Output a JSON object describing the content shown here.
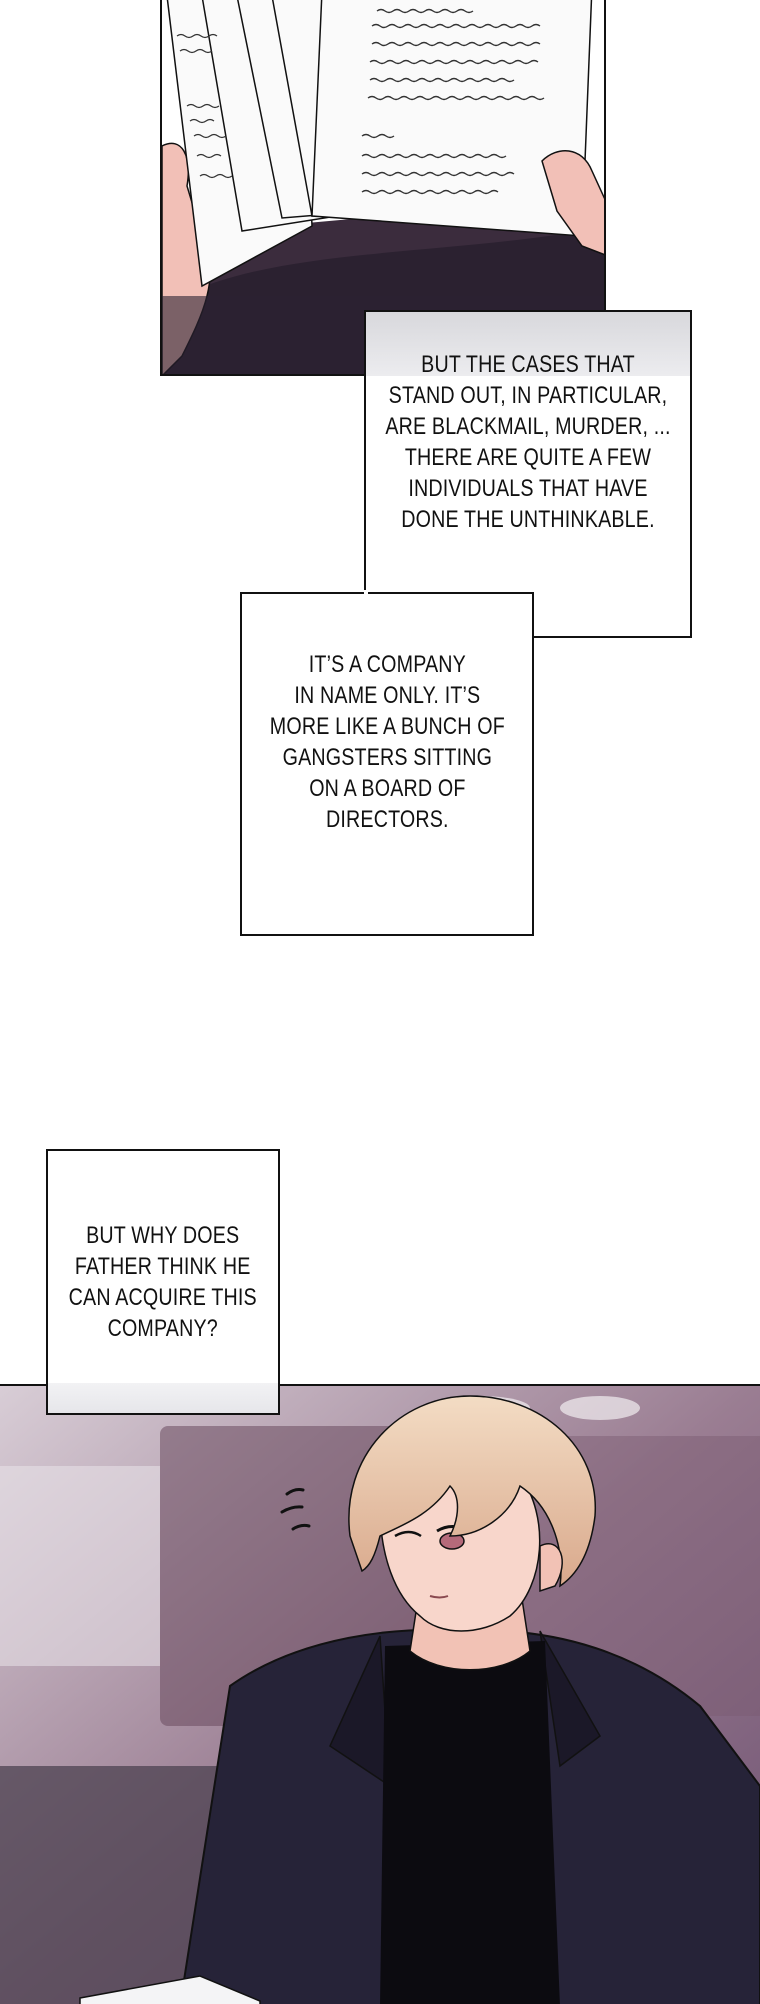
{
  "captions": {
    "cases": [
      "BUT THE CASES THAT",
      "STAND OUT, IN PARTICULAR,",
      "ARE BLACKMAIL, MURDER, ...",
      "THERE ARE QUITE A FEW",
      "INDIVIDUALS THAT HAVE",
      "DONE THE UNTHINKABLE."
    ],
    "company": [
      "IT’S A COMPANY",
      "IN NAME ONLY. IT’S",
      "MORE LIKE A BUNCH OF",
      "GANGSTERS SITTING",
      "ON A BOARD OF",
      "DIRECTORS."
    ],
    "father": [
      "BUT WHY DOES",
      "FATHER THINK HE",
      "CAN ACQUIRE THIS",
      "COMPANY?"
    ]
  },
  "colors": {
    "panel_border": "#111111",
    "paper": "#f8f8fa",
    "suit": "#2a2740",
    "hair": "#e8c6a8",
    "skin": "#f6d2c6",
    "background_purple": "#8d6f86"
  }
}
